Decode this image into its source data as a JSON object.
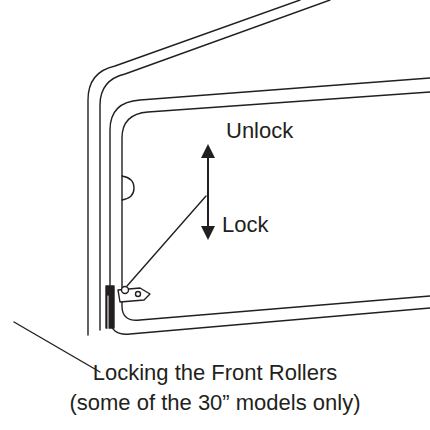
{
  "diagram": {
    "caption": "Locking the Front Rollers (some of the 30” models only)",
    "labels": [
      "Unlock",
      "Lock"
    ]
  }
}
